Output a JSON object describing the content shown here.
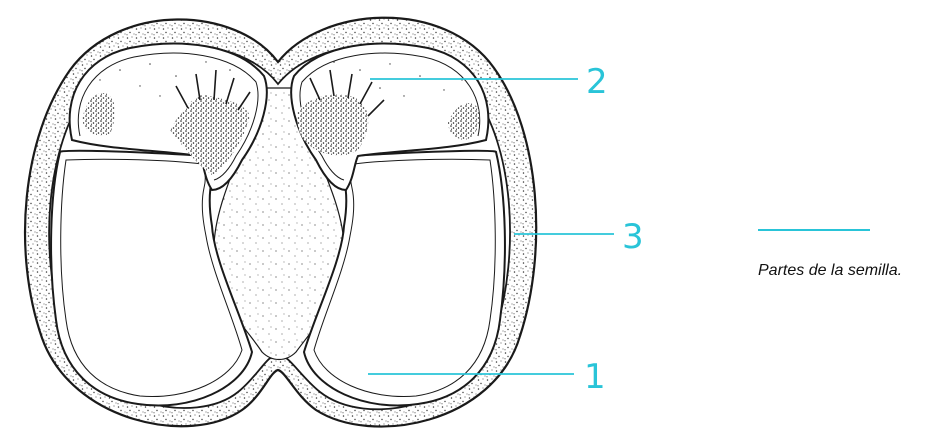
{
  "callouts": [
    {
      "number": "2"
    },
    {
      "number": "3"
    },
    {
      "number": "1"
    }
  ],
  "caption": {
    "text": "Partes de la semilla."
  },
  "colors": {
    "accent": "#29c4d8",
    "ink": "#1a1a1a"
  }
}
